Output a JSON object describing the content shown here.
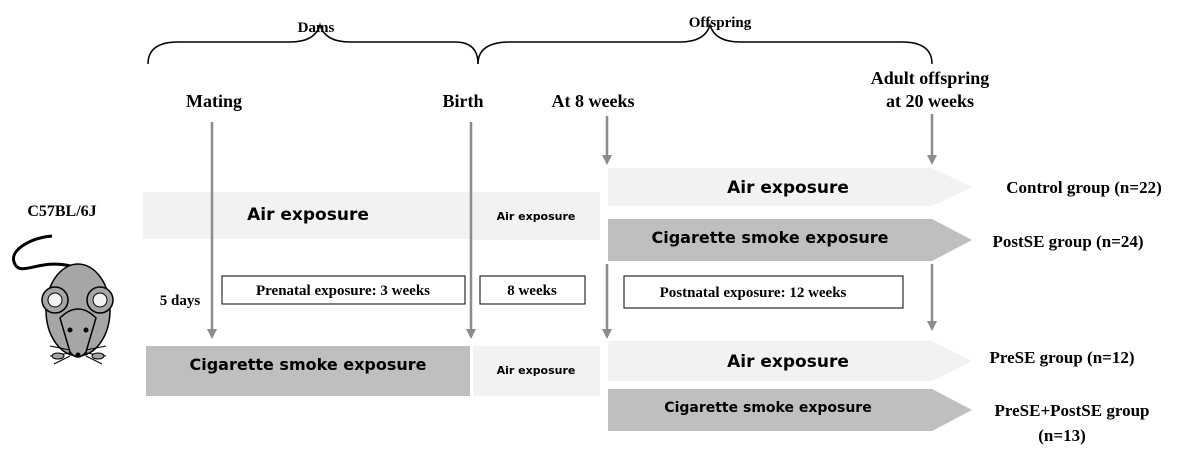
{
  "headers": {
    "dams": "Dams",
    "offspring": "Offspring"
  },
  "timepoints": {
    "mating": "Mating",
    "birth": "Birth",
    "at_8_weeks": "At 8 weeks",
    "adult_line1": "Adult offspring",
    "adult_line2": "at 20 weeks"
  },
  "strain": "C57BL/6J",
  "five_days": "5 days",
  "durations": {
    "prenatal": "Prenatal exposure: 3 weeks",
    "eight_weeks": "8 weeks",
    "postnatal": "Postnatal exposure: 12 weeks"
  },
  "exposures": {
    "prenatal_air": "Air exposure",
    "prenatal_smoke": "Cigarette smoke exposure",
    "weaning_air_top": "Air exposure",
    "weaning_air_bottom": "Air exposure",
    "post_control": "Air exposure",
    "post_postse": "Cigarette smoke exposure",
    "post_prese": "Air exposure",
    "post_prese_postse": "Cigarette smoke exposure"
  },
  "groups": {
    "control": "Control group (n=22)",
    "postse": "PostSE group (n=24)",
    "prese": "PreSE group (n=12)",
    "prese_postse_line1": "PreSE+PostSE group",
    "prese_postse_line2": "(n=13)"
  },
  "colors": {
    "air": "#f2f2f2",
    "smoke": "#bfbfbf",
    "arrow": "#8c8c8c",
    "mouse_body": "#a6a6a6"
  }
}
